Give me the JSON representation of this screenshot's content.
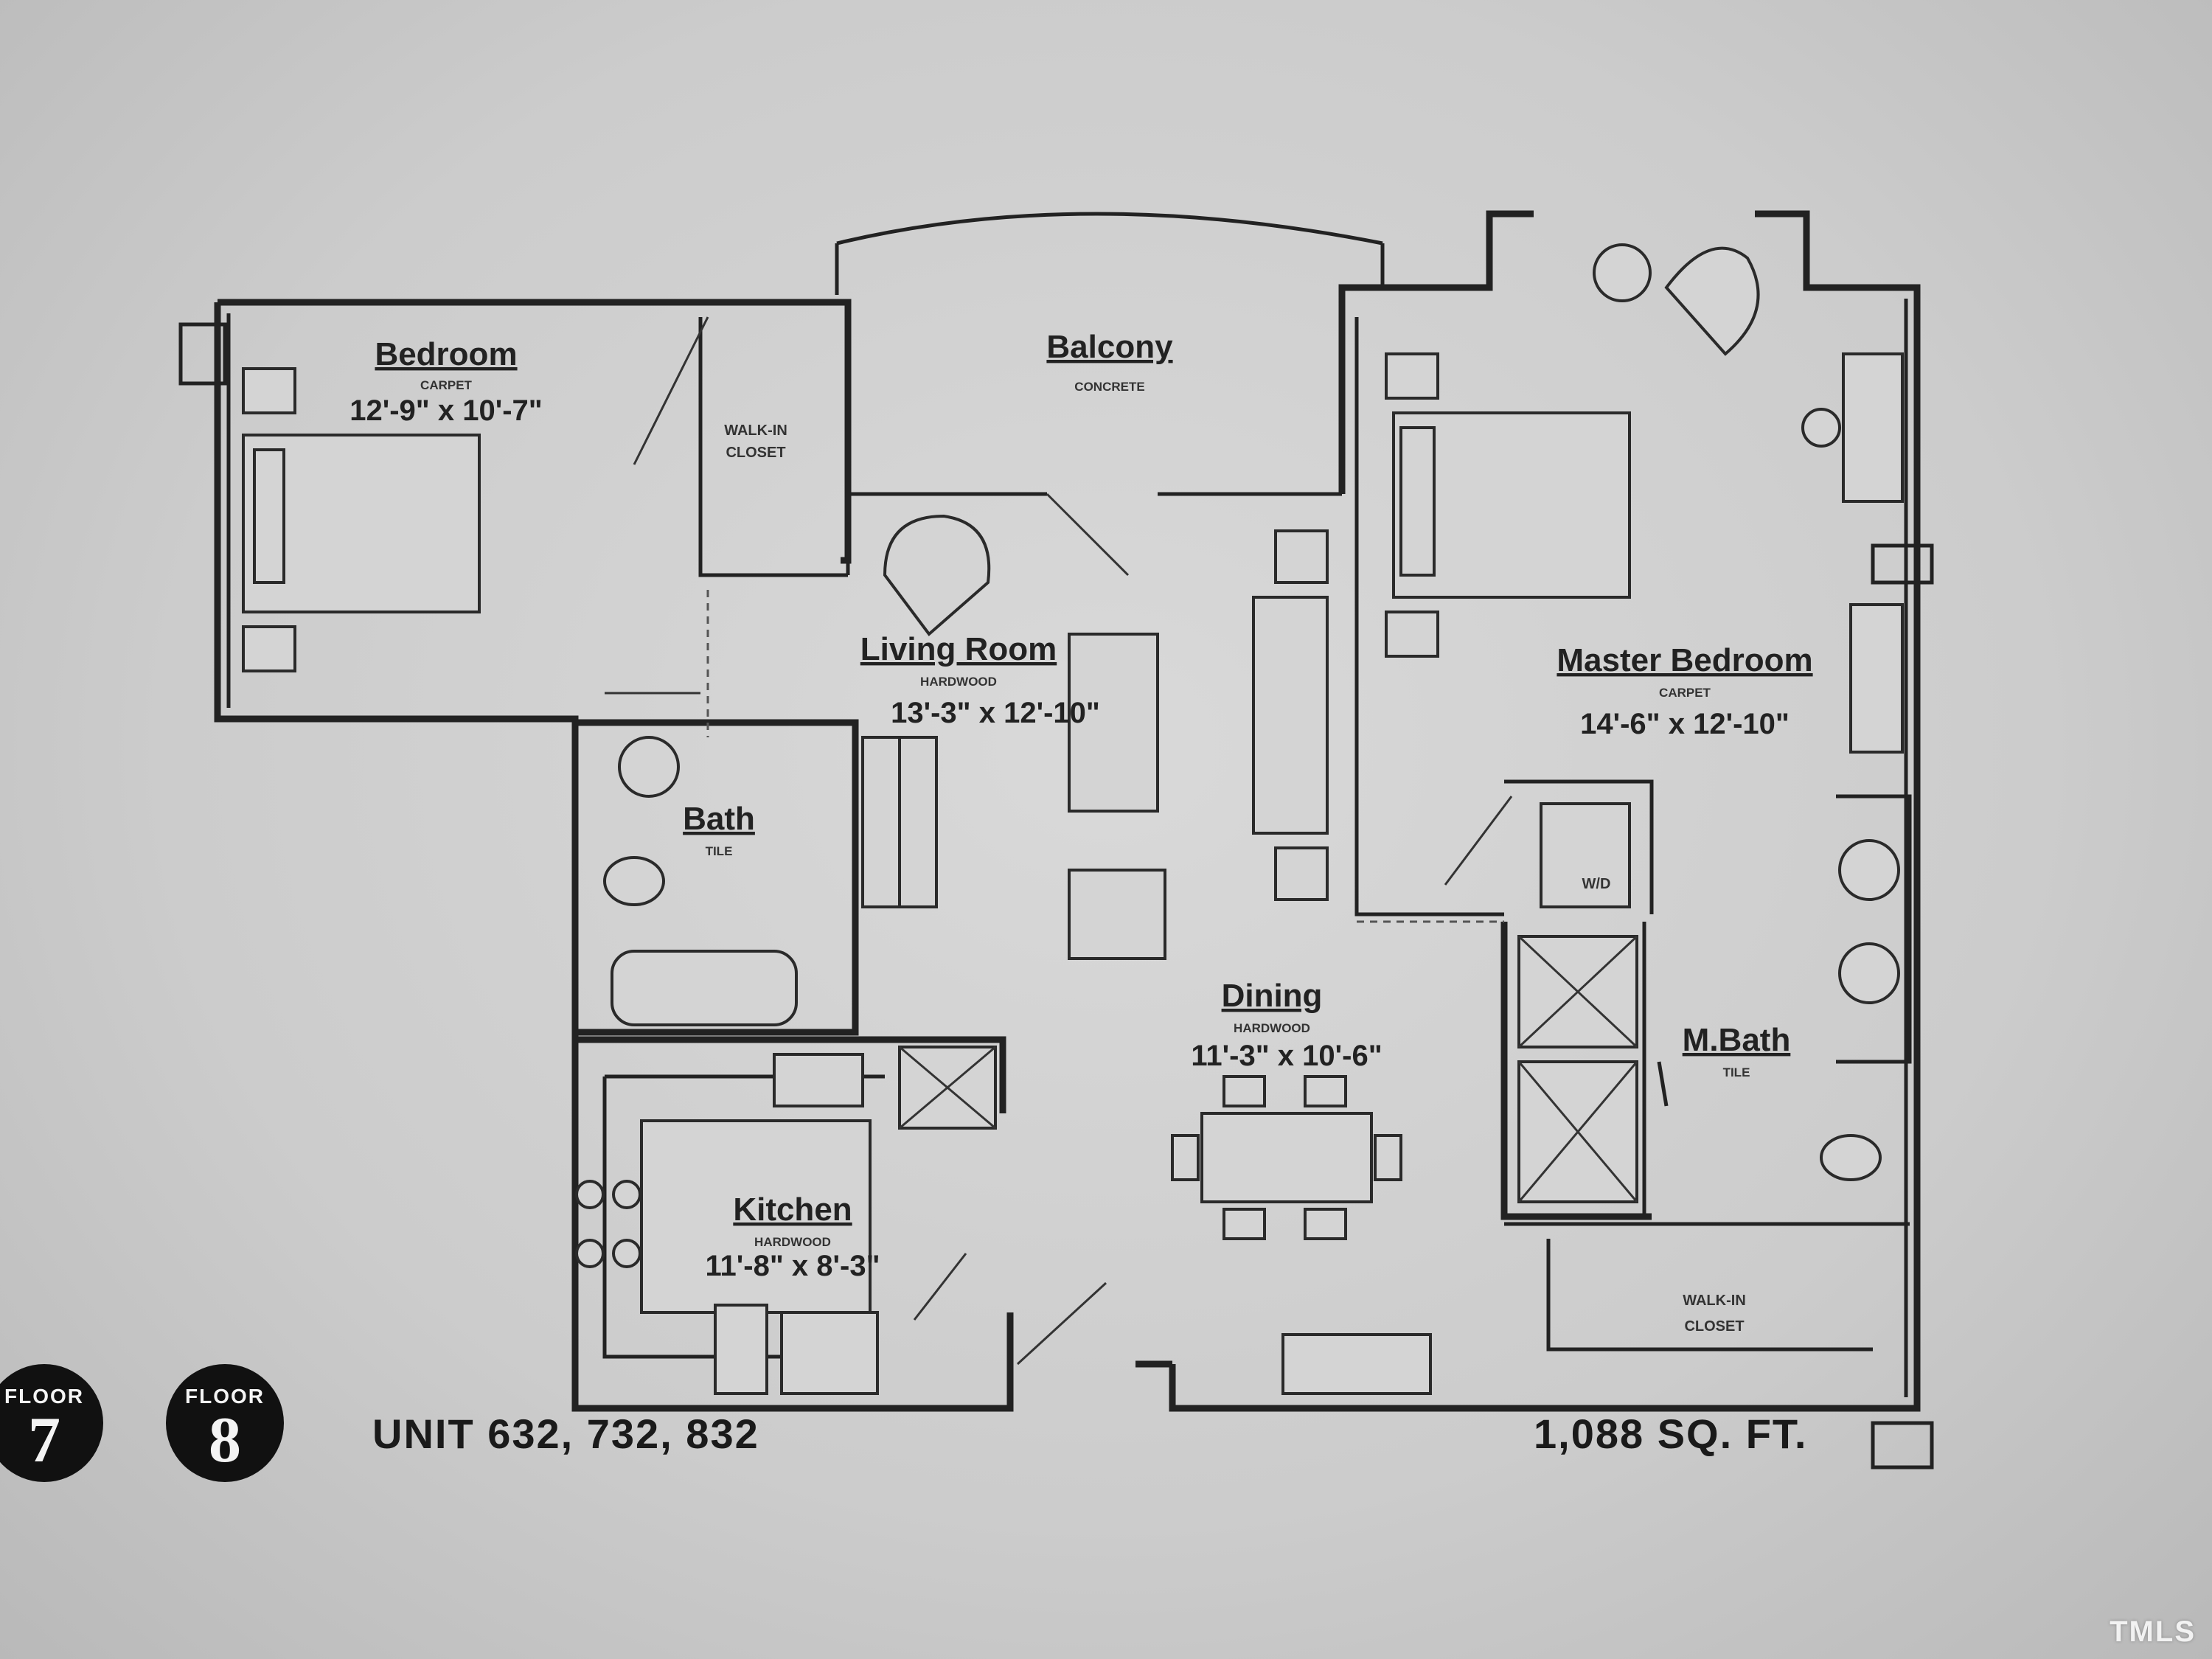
{
  "rooms": {
    "bedroom": {
      "name": "Bedroom",
      "finish": "CARPET",
      "size": "12'-9\" x 10'-7\""
    },
    "walk_in_closet_1": {
      "line1": "WALK-IN",
      "line2": "CLOSET"
    },
    "balcony": {
      "name": "Balcony",
      "finish": "CONCRETE"
    },
    "living_room": {
      "name": "Living Room",
      "finish": "HARDWOOD",
      "size": "13'-3\" x 12'-10\""
    },
    "bath": {
      "name": "Bath",
      "finish": "TILE"
    },
    "master_bedroom": {
      "name": "Master Bedroom",
      "finish": "CARPET",
      "size": "14'-6\" x 12'-10\""
    },
    "dining": {
      "name": "Dining",
      "finish": "HARDWOOD",
      "size": "11'-3\" x 10'-6\""
    },
    "m_bath": {
      "name": "M.Bath",
      "finish": "TILE"
    },
    "kitchen": {
      "name": "Kitchen",
      "finish": "HARDWOOD",
      "size": "11'-8\" x 8'-3\""
    },
    "walk_in_closet_2": {
      "line1": "WALK-IN",
      "line2": "CLOSET"
    },
    "washer_dryer": "W/D"
  },
  "badges": [
    {
      "label": "FLOOR",
      "number": "7"
    },
    {
      "label": "FLOOR",
      "number": "8"
    }
  ],
  "footer": {
    "units": "UNIT 632, 732, 832",
    "area": "1,088 SQ. FT."
  },
  "watermark": "TMLS",
  "colors": {
    "background": "#cccccc",
    "walls": "#222222",
    "badge": "#111111"
  }
}
